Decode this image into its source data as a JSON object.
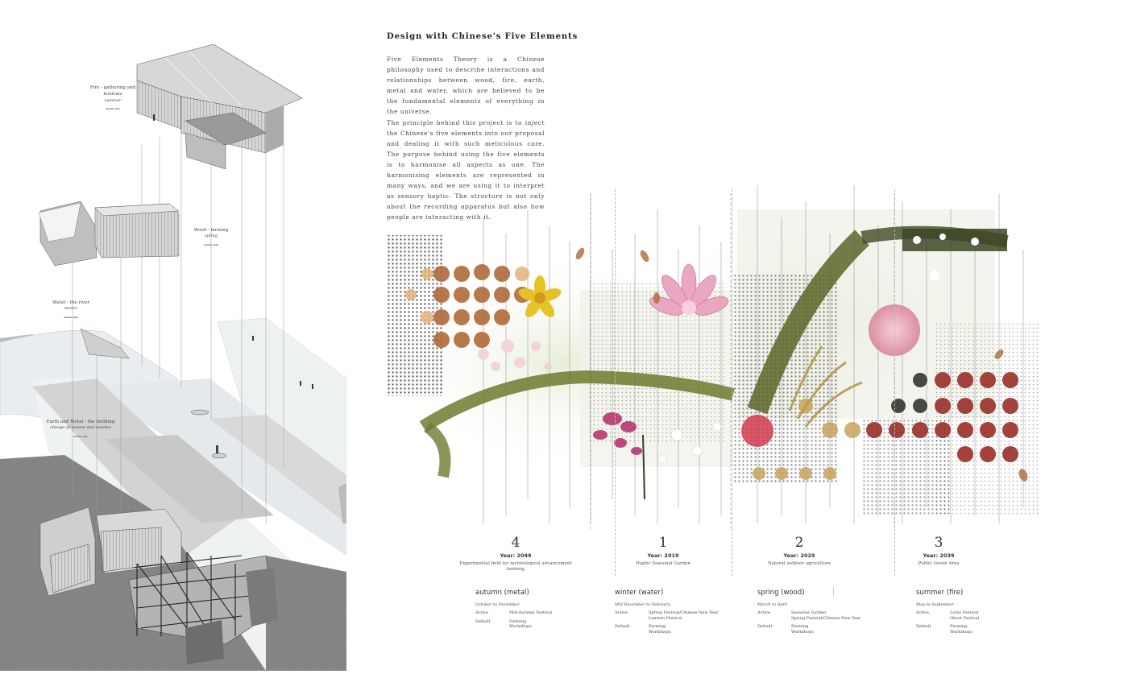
{
  "title": "Design with Chinese's Five Elements",
  "paragraphs": [
    "Five Elements Theory is a Chinese philosophy used to describe interactions and relationships between wood, fire, earth, metal and water, which are believed to be the fundamental elements of everything in the universe.",
    "The principle behind this project is to inject the Chinese's five elements into our proposal and dealing it with such meticulous care. The purpose behind using the five elements is to harmonise all aspects as one. The harmonising elements are represented in many ways, and we are using it to interpret as sensory haptic. The structure is not only about the recording apparatus but also how people are interacting with it."
  ],
  "axon_labels": [
    {
      "main": "Fire - gathering and festivals",
      "sub": "summer"
    },
    {
      "main": "Wood - farming",
      "sub": "spring"
    },
    {
      "main": "Water - the river",
      "sub": "winter"
    },
    {
      "main": "Earth and Metal - the building",
      "sub": "change of season and autumn"
    }
  ],
  "phases": [
    {
      "num": "4",
      "year": "Year: 2049",
      "desc": "Experimental field for technological advancement farming"
    },
    {
      "num": "1",
      "year": "Year: 2019",
      "desc": "Haptic Seasonal Garden"
    },
    {
      "num": "2",
      "year": "Year: 2029",
      "desc": "Natural outdoor agriculture"
    },
    {
      "num": "3",
      "year": "Year: 2039",
      "desc": "Public Green Area"
    }
  ],
  "seasons": [
    {
      "name": "autumn (metal)",
      "range": "October to December",
      "active_label": "Active",
      "active": "Mid-Autumn Festival",
      "default_label": "Default",
      "default": "Farming\nWorkshops"
    },
    {
      "name": "winter (water)",
      "range": "Mid December to February",
      "active_label": "Active",
      "active": "Spring Festival/Chinese New Year\nLantern Festival",
      "default_label": "Default",
      "default": "Farming\nWorkshops"
    },
    {
      "name": "spring (wood)",
      "range": "March to April",
      "active_label": "Active",
      "active": "Seasonal Garden\nSpring Festival/Chinese New Year",
      "default_label": "Default",
      "default": "Farming\nWorkshops"
    },
    {
      "name": "summer (fire)",
      "range": "May to September",
      "active_label": "Active",
      "active": "Lotus Festival\nGhost Festival",
      "default_label": "Default",
      "default": "Farming\nWorkshops"
    }
  ],
  "colors": {
    "water": "#e9eef0",
    "land": "#8a8a8a",
    "blossom": "#d9859a",
    "lotus": "#e9a7c4",
    "daffodil": "#e6c229",
    "leaf": "#6f7a2e",
    "metal_disc": "#b06a3a"
  }
}
